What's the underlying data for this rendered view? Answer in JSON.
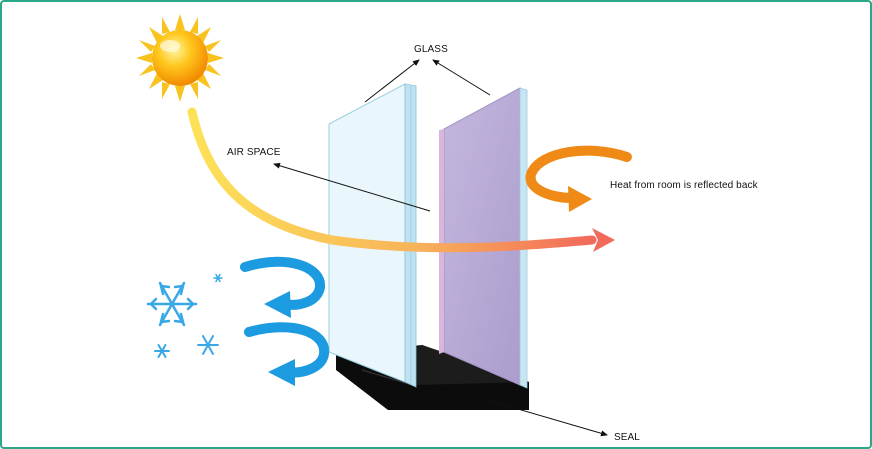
{
  "labels": {
    "glass": "GLASS",
    "air_space": "AIR SPACE",
    "heat_reflected": "Heat from room is reflected back",
    "seal": "SEAL"
  },
  "colors": {
    "frame_border": "#2aa889",
    "sun_core": "#f7a800",
    "sun_rays": "#f9c31f",
    "clear_glass": "#e9f6fc",
    "tinted_glass": "#b7aad4",
    "seal": "#0c0c0c",
    "cold_arrows": "#1d9be0",
    "heat_arrow": "#f08a16",
    "solar_ray_start": "#fde257",
    "solar_ray_end": "#f26a5a",
    "snowflakes": "#39a8e6"
  },
  "icons": [
    "sun-icon",
    "snowflake-icon",
    "snowflake-icon",
    "snowflake-icon",
    "snowflake-icon"
  ]
}
